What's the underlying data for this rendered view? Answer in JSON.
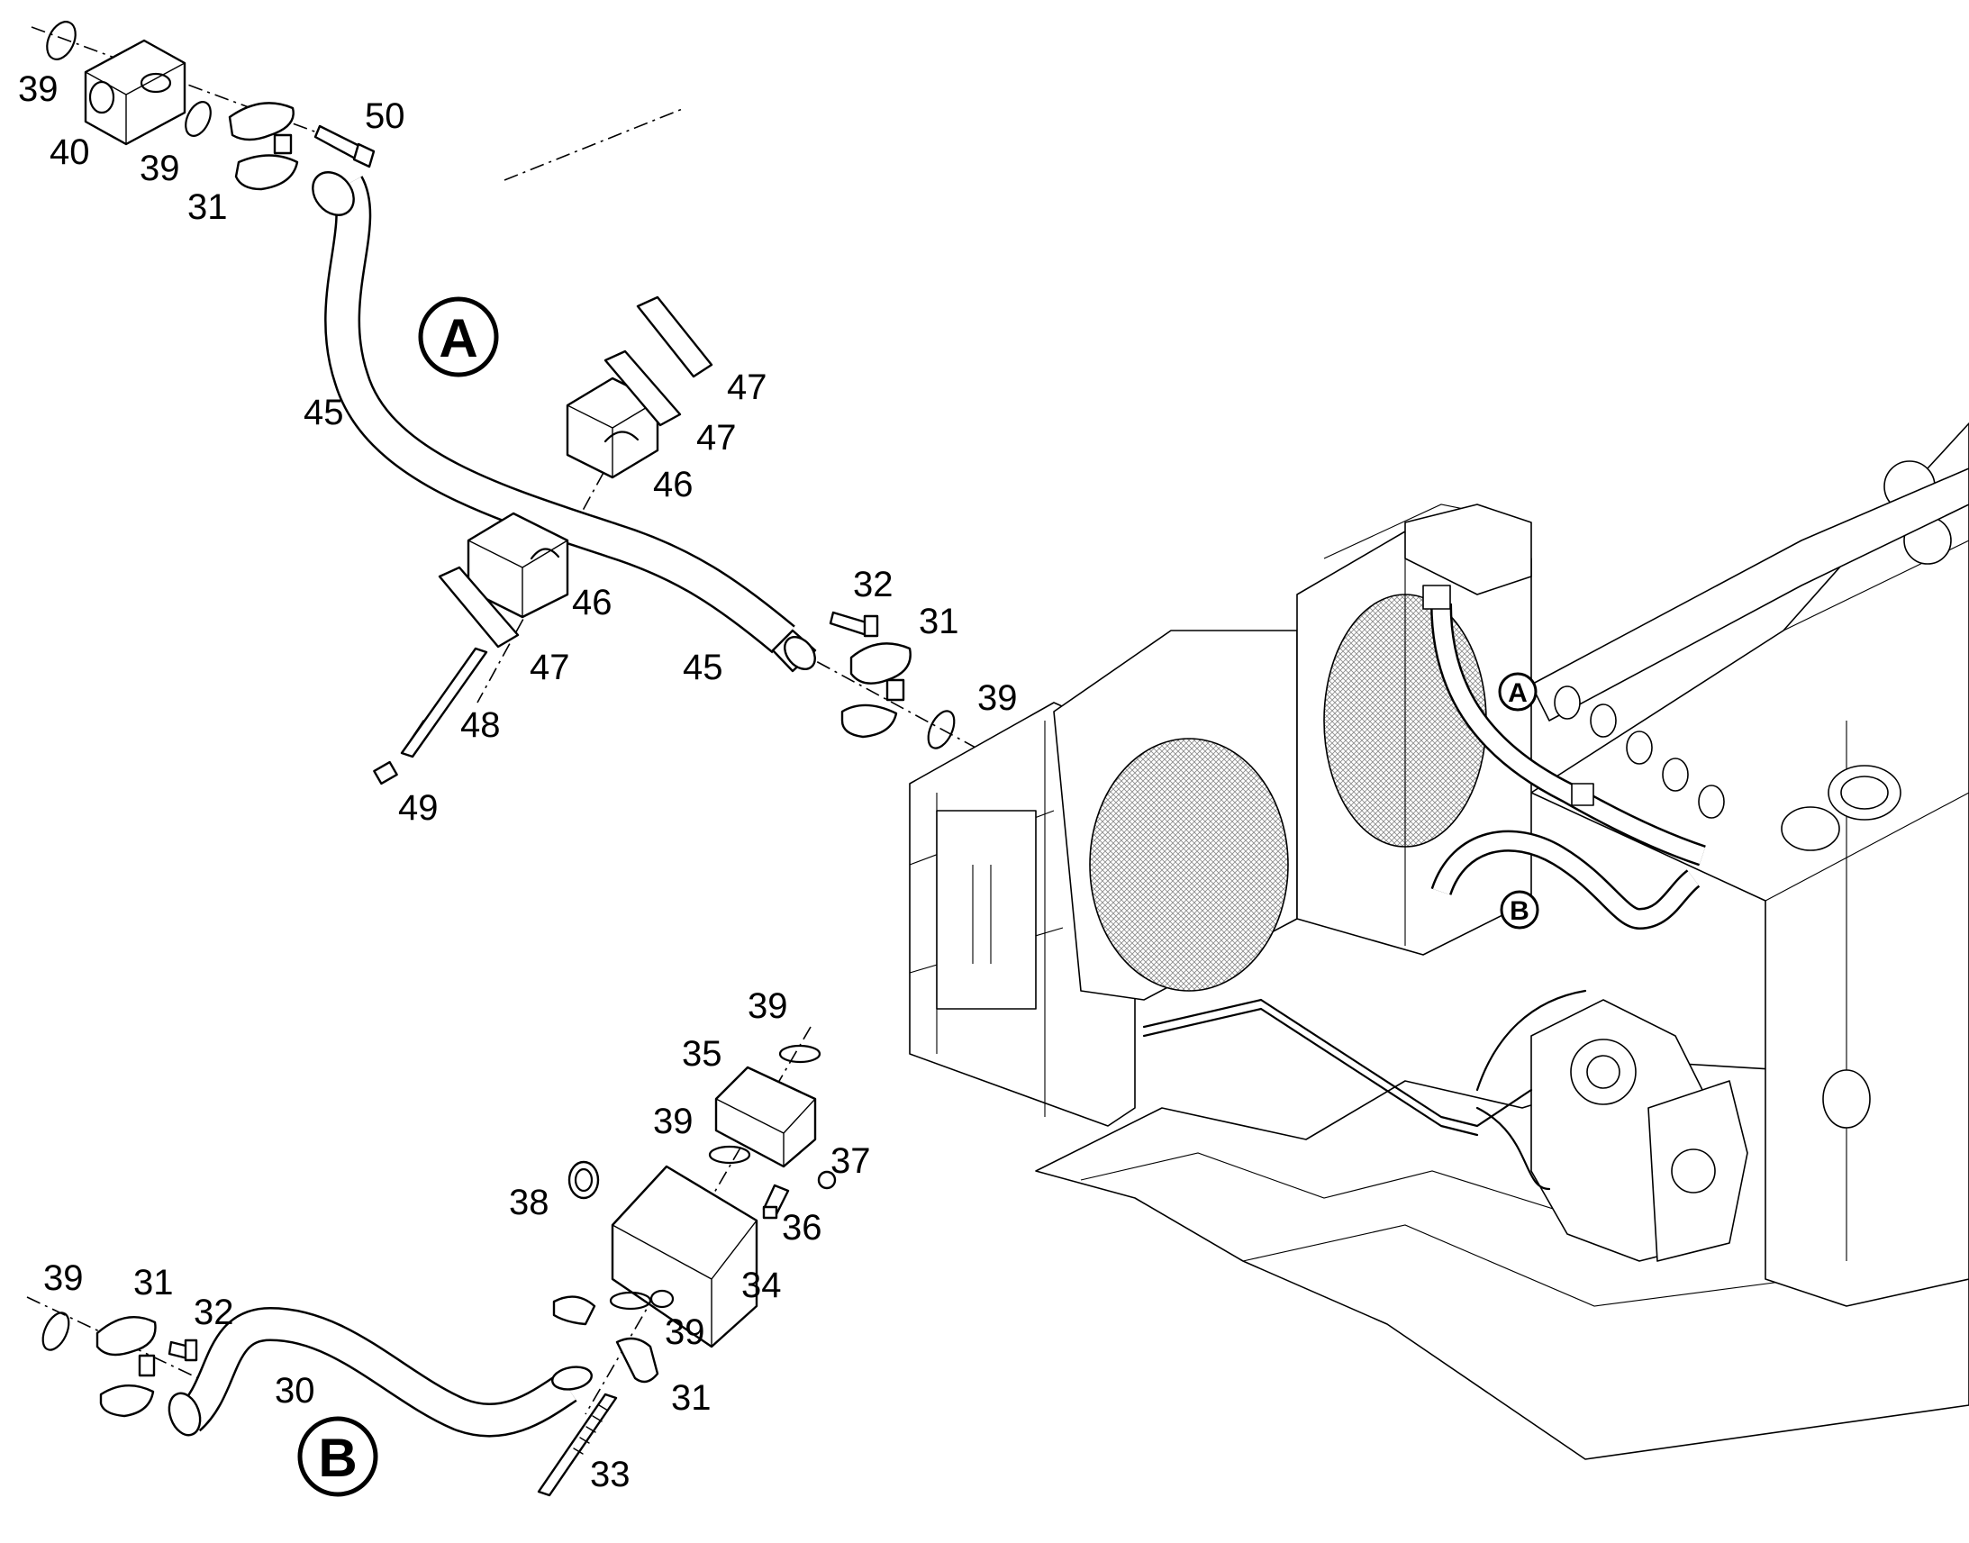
{
  "views": {
    "view_a": {
      "marker": "A"
    },
    "view_b": {
      "marker": "B"
    }
  },
  "machine": {
    "marker_a": "A",
    "marker_b": "B"
  },
  "callouts": {
    "c_39_top": "39",
    "c_40": "40",
    "c_39_oring": "39",
    "c_31_top": "31",
    "c_50": "50",
    "c_45_upper": "45",
    "c_47_a": "47",
    "c_47_b": "47",
    "c_46_upper": "46",
    "c_46_lower": "46",
    "c_47_lower": "47",
    "c_48": "48",
    "c_49": "49",
    "c_45_lower": "45",
    "c_32_upper": "32",
    "c_31_upper": "31",
    "c_39_upper_right": "39",
    "c_39_b_top": "39",
    "c_35": "35",
    "c_39_b_mid": "39",
    "c_37": "37",
    "c_38": "38",
    "c_36": "36",
    "c_34": "34",
    "c_39_b_left": "39",
    "c_31_b_left": "31",
    "c_32_b": "32",
    "c_30": "30",
    "c_39_b_low": "39",
    "c_31_b_low": "31",
    "c_33": "33"
  }
}
